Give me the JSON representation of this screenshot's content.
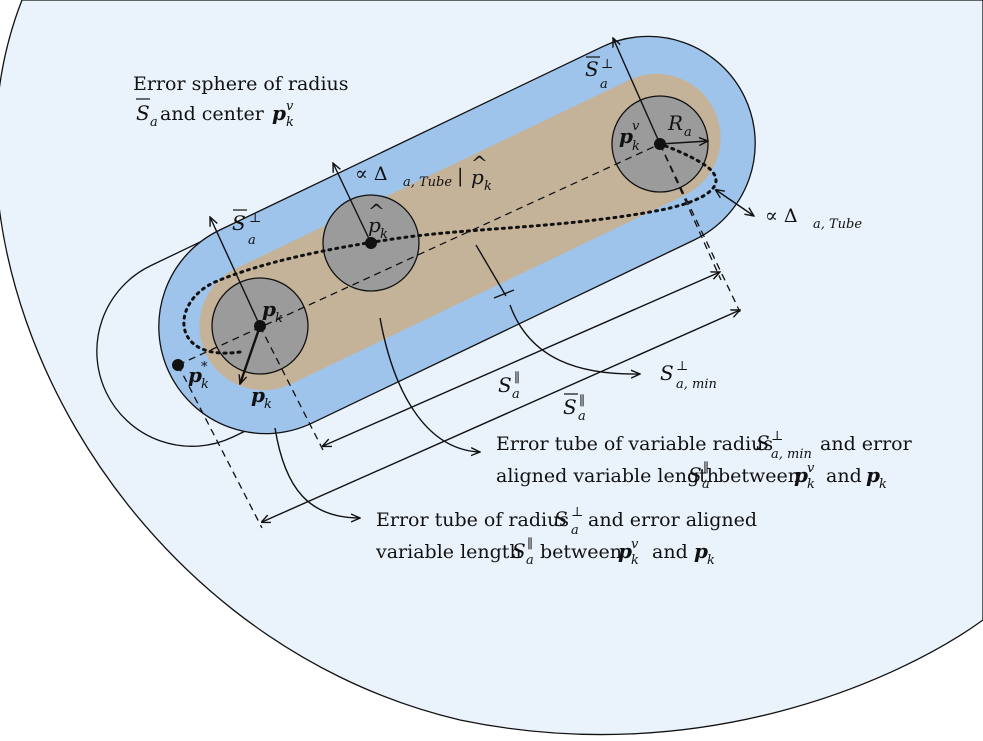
{
  "labels": {
    "sphere_line1": "Error sphere of radius",
    "sphere_line2_mid": "and center",
    "tube_var_line1": "Error tube of variable radius",
    "tube_var_line1_end": "and error",
    "tube_var_line2": "aligned variable length",
    "tube_var_between": "between",
    "tube_var_and": "and",
    "tube_line1": "Error tube of radius",
    "tube_line1_end": "and error aligned",
    "tube_line2": "variable length",
    "tube_between": "between",
    "tube_and": "and"
  },
  "symbols": {
    "S": "S",
    "p": "p",
    "R": "R",
    "a": "a",
    "k": "k",
    "v": "v",
    "star": "*",
    "perp": "⊥",
    "para": "∥",
    "delta_tube": "∝ Δ",
    "delta_tube_sub": "a, Tube",
    "delta_tube2_sub": "a, Tube",
    "delta_a_tube_sub": "a, Tube",
    "a_min": "a, min",
    "cond_bar": "|"
  },
  "colors": {
    "outer_sphere": "#eaf2fb",
    "tube_outer": "#9ec4ec",
    "tube_inner": "#c4b398",
    "point_circle": "#9b9b9b",
    "stroke": "#111111"
  }
}
